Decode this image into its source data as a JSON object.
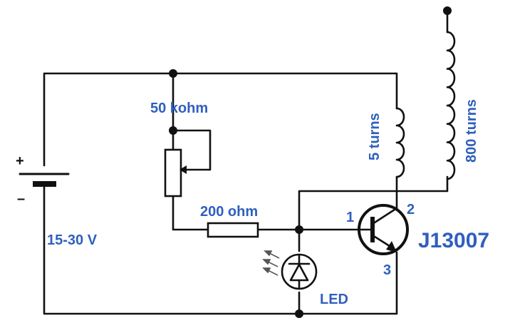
{
  "labels": {
    "pot": "50 kohm",
    "resistor": "200 ohm",
    "voltage": "15-30 V",
    "coil_small": "5 turns",
    "coil_large": "800 turns",
    "transistor": "J13007",
    "led": "LED",
    "pin_base": "1",
    "pin_collector": "2",
    "pin_emitter": "3",
    "battery_plus": "+",
    "battery_minus": "–"
  },
  "colors": {
    "label": "#2f5fbf",
    "wire": "#111111"
  }
}
